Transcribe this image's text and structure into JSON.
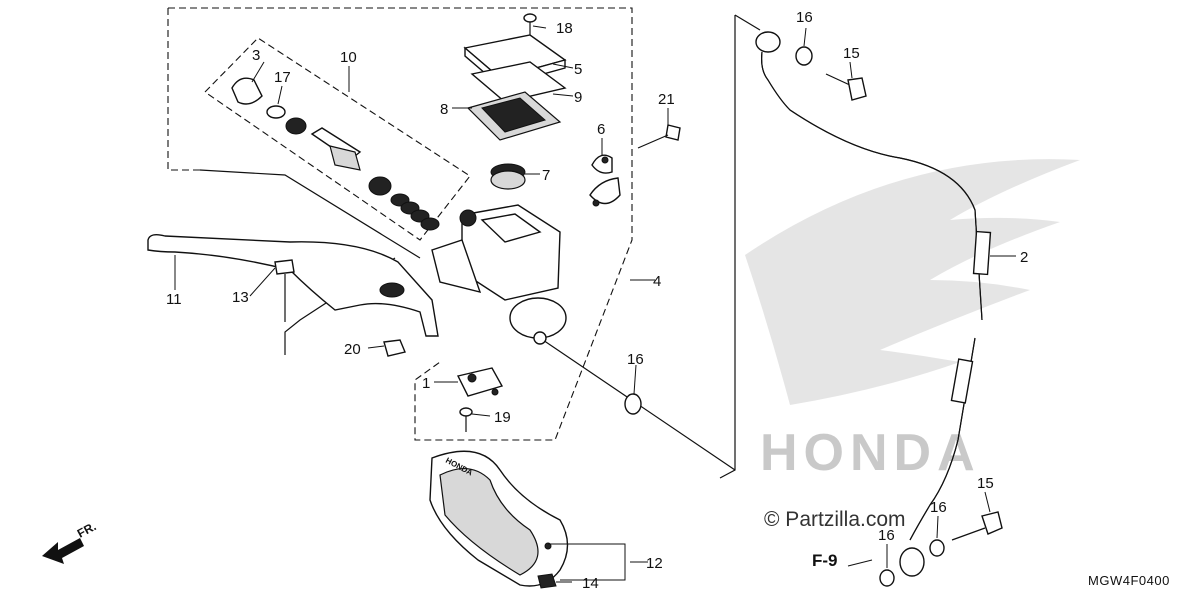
{
  "diagram": {
    "callouts": {
      "c1": "1",
      "c2": "2",
      "c3": "3",
      "c4": "4",
      "c5": "5",
      "c6": "6",
      "c7": "7",
      "c8": "8",
      "c9": "9",
      "c10": "10",
      "c11": "11",
      "c12": "12",
      "c13": "13",
      "c14": "14",
      "c15a": "15",
      "c15b": "15",
      "c16a": "16",
      "c16b": "16",
      "c16c": "16",
      "c16d": "16",
      "c17": "17",
      "c18": "18",
      "c19": "19",
      "c20": "20",
      "c21": "21"
    },
    "reference": "F-9",
    "direction": "FR.",
    "watermark_brand": "HONDA",
    "cover_label": "HONDA",
    "copyright": "© Partzilla.com",
    "diagram_code": "MGW4F0400"
  }
}
